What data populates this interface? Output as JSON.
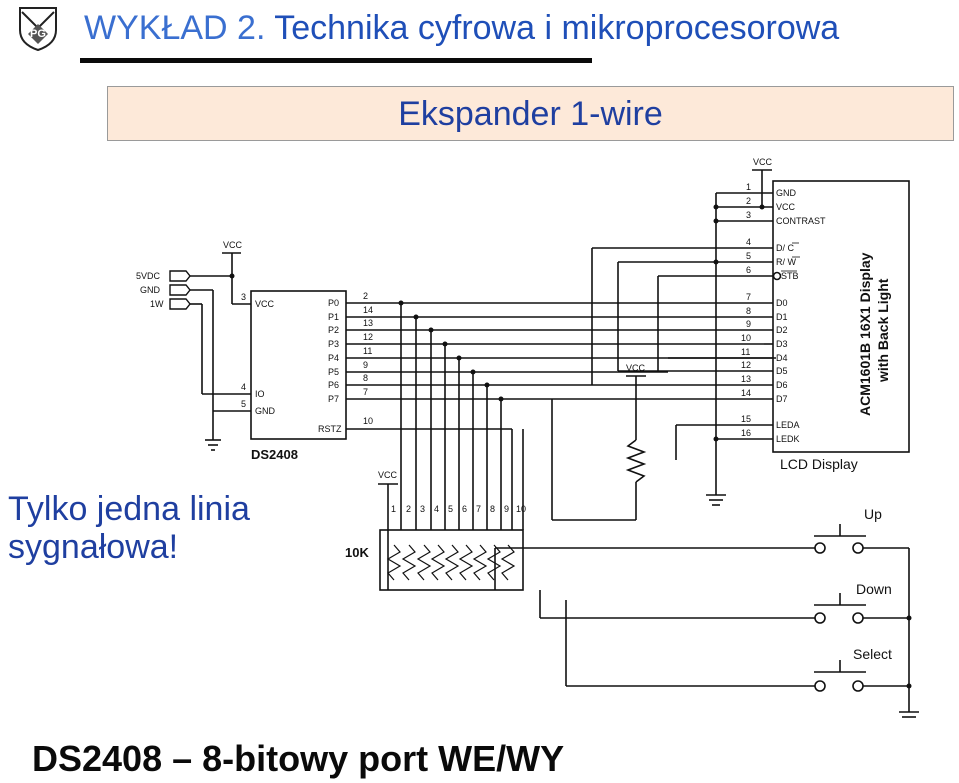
{
  "header": {
    "prefix": "WYKŁAD 2.",
    "title": "Technika cyfrowa i mikroprocesorowa",
    "logo_text": "PG"
  },
  "slide_title": "Ekspander 1-wire",
  "note": [
    "Tylko jedna linia",
    "sygnałowa!"
  ],
  "footer": "DS2408 – 8-bitowy port WE/WY",
  "diagram": {
    "vcc_label": "VCC",
    "left_connectors": [
      "5VDC",
      "GND",
      "1W"
    ],
    "ds2408": {
      "name": "DS2408",
      "left_pins": [
        {
          "num": "3",
          "name": "VCC"
        },
        {
          "num": "4",
          "name": "IO"
        },
        {
          "num": "5",
          "name": "GND"
        }
      ],
      "right_pins": [
        {
          "name": "P0",
          "num": "2"
        },
        {
          "name": "P1",
          "num": "14"
        },
        {
          "name": "P2",
          "num": "13"
        },
        {
          "name": "P3",
          "num": "12"
        },
        {
          "name": "P4",
          "num": "11"
        },
        {
          "name": "P5",
          "num": "9"
        },
        {
          "name": "P6",
          "num": "8"
        },
        {
          "name": "P7",
          "num": "7"
        },
        {
          "name": "RSTZ",
          "num": "10"
        }
      ]
    },
    "lcd": {
      "caption": "LCD Display",
      "model_line1": "ACM1601B 16X1 Display",
      "model_line2": "with Back Light",
      "pins": [
        {
          "num": "1",
          "name": "GND"
        },
        {
          "num": "2",
          "name": "VCC"
        },
        {
          "num": "3",
          "name": "CONTRAST"
        },
        {
          "num": "4",
          "name": "D/ C"
        },
        {
          "num": "5",
          "name": "R/ W"
        },
        {
          "num": "6",
          "name": "STB"
        },
        {
          "num": "7",
          "name": "D0"
        },
        {
          "num": "8",
          "name": "D1"
        },
        {
          "num": "9",
          "name": "D2"
        },
        {
          "num": "10",
          "name": "D3"
        },
        {
          "num": "11",
          "name": "D4"
        },
        {
          "num": "12",
          "name": "D5"
        },
        {
          "num": "13",
          "name": "D6"
        },
        {
          "num": "14",
          "name": "D7"
        },
        {
          "num": "15",
          "name": "LEDA"
        },
        {
          "num": "16",
          "name": "LEDK"
        }
      ]
    },
    "resistor_network": {
      "label": "10K",
      "pins": [
        "1",
        "2",
        "3",
        "4",
        "5",
        "6",
        "7",
        "8",
        "9",
        "10"
      ]
    },
    "buttons": [
      "Up",
      "Down",
      "Select"
    ]
  }
}
